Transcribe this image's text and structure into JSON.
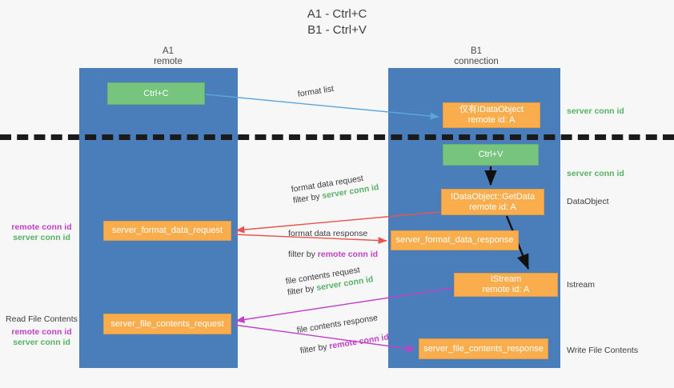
{
  "title": {
    "line1": "A1 - Ctrl+C",
    "line2": "B1 - Ctrl+V"
  },
  "columns": [
    {
      "name": "A1",
      "subtitle": "remote"
    },
    {
      "name": "B1",
      "subtitle": "connection"
    }
  ],
  "nodes": {
    "ctrl_c": {
      "label": "Ctrl+C",
      "color": "#77c47e"
    },
    "idataobject": {
      "line1": "仅有IDataObject",
      "line2": "remote id: A",
      "color": "#f9ad4c"
    },
    "ctrl_v": {
      "label": "Ctrl+V",
      "color": "#77c47e"
    },
    "getdata": {
      "line1": "IDataObject::GetData",
      "line2": "remote id: A",
      "color": "#f9ad4c"
    },
    "format_data_request": {
      "label": "server_format_data_request",
      "color": "#f9ad4c"
    },
    "format_data_response": {
      "label": "server_format_data_response",
      "color": "#f9ad4c"
    },
    "istream": {
      "line1": "IStream",
      "line2": "remote id: A",
      "color": "#f9ad4c"
    },
    "file_contents_request": {
      "label": "server_file_contents_request",
      "color": "#f9ad4c"
    },
    "file_contents_response": {
      "label": "server_file_contents_response",
      "color": "#f9ad4c"
    }
  },
  "edges": {
    "format_list": {
      "text": "format list"
    },
    "format_data_request": {
      "line1": "format data request",
      "filter_prefix": "filter by",
      "filter_id": "server conn id"
    },
    "format_data_response": {
      "line1": "format data response",
      "filter_prefix": "filter by",
      "filter_id": "remote conn id"
    },
    "file_contents_request": {
      "line1": "file contents request",
      "filter_prefix": "filter by",
      "filter_id": "server conn id"
    },
    "file_contents_response": {
      "line1": "file contents response",
      "filter_prefix": "filter by",
      "filter_id": "remote conn id"
    }
  },
  "annotations": {
    "right": [
      {
        "text": "server conn id",
        "kind": "green"
      },
      {
        "text": "server conn id",
        "kind": "green"
      },
      {
        "text": "DataObject",
        "kind": "plain"
      },
      {
        "text": "Istream",
        "kind": "plain"
      },
      {
        "text": "Write File Contents",
        "kind": "plain"
      }
    ],
    "left": {
      "block1": {
        "remote": "remote conn id",
        "server": "server conn id"
      },
      "read_file_contents": "Read File Contents",
      "block2": {
        "remote": "remote conn id",
        "server": "server conn id"
      }
    }
  },
  "colors": {
    "lane": "#4a7ebb",
    "green_node": "#77c47e",
    "orange_node": "#f9ad4c",
    "green_text": "#56b265",
    "magenta_text": "#c040c8",
    "arrow_blue": "#5aa6dc",
    "arrow_red": "#e8554e",
    "arrow_magenta": "#c040c8",
    "arrow_black": "#101010",
    "divider": "#1b1b1b"
  }
}
